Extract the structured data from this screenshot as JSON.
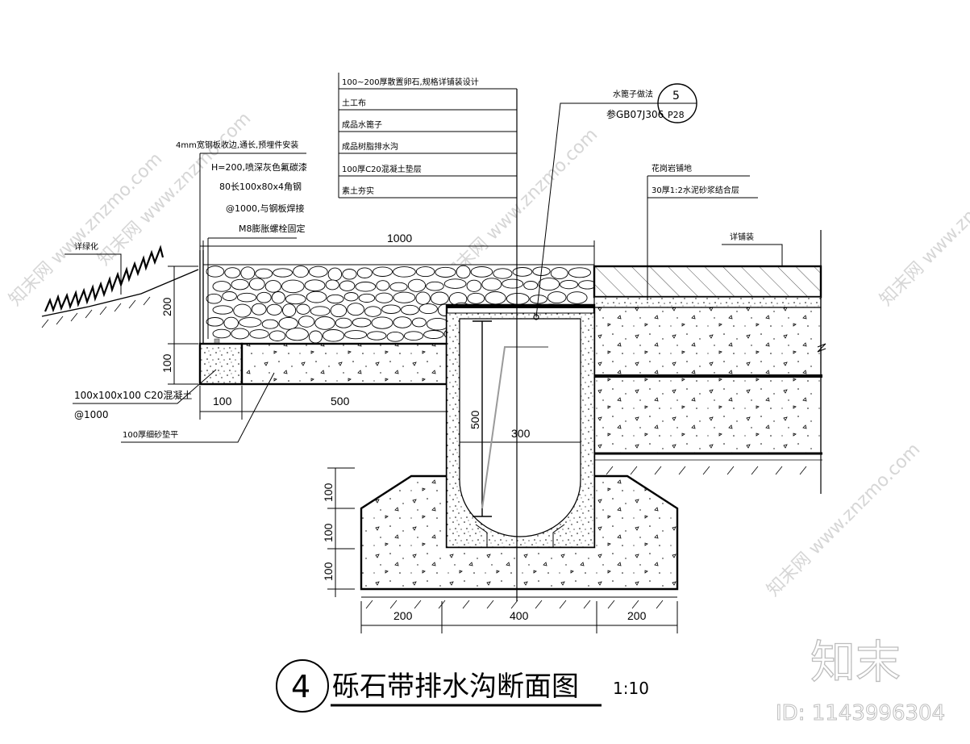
{
  "title": {
    "number": "4",
    "text": "砾石带排水沟断面图",
    "scale": "1:10"
  },
  "callouts": {
    "drain_stack": [
      "100~200厚散置卵石,规格详铺装设计",
      "土工布",
      "成品水篦子",
      "成品树脂排水沟",
      "100厚C20混凝土垫层",
      "素土夯实"
    ],
    "edging": [
      "4mm宽钢板收边,通长,预埋件安装",
      "H=200,喷深灰色氟碳漆",
      "80长100x80x4角钢",
      "@1000,与钢板焊接",
      "M8膨胀螺栓固定"
    ],
    "grate_ref": {
      "label": "水篦子做法",
      "standard": "参GB07J306",
      "index": "5",
      "sheet": "P28"
    },
    "paving_right": [
      "花岗岩铺地",
      "30厚1:2水泥砂浆结合层"
    ],
    "paving_label": "详铺装",
    "planting_label": "详绿化",
    "post_footing": [
      "100x100x100 C20混凝土",
      "@1000"
    ],
    "sand_bed": "100厚细砂垫平"
  },
  "dimensions": {
    "gravel_width": "1000",
    "gravel_height": "200",
    "base_height": "100",
    "post_width": "100",
    "base_width": "500",
    "channel_depth": "500",
    "channel_width": "300",
    "footing_left": "200",
    "footing_center": "400",
    "footing_right": "200",
    "footing_heights": [
      "100",
      "100",
      "100"
    ]
  },
  "watermark": {
    "brand": "知末",
    "site": "知末网 www.znzmo.com",
    "id": "ID: 1143996304"
  }
}
